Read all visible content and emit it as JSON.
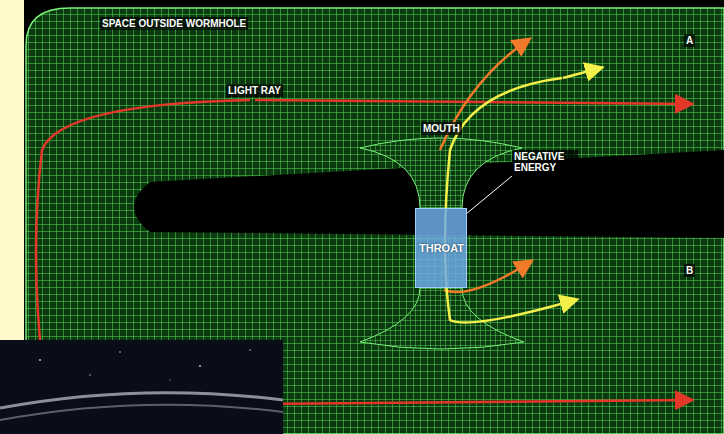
{
  "diagram": {
    "nodes": [
      {
        "text": [
          "THROAT"
        ]
      }
    ],
    "labels": [
      "SPACE OUTSIDE WORMHOLE",
      "MOUTH",
      "LIGHT RAY",
      "NEGATIVE ENERGY",
      "A",
      "B"
    ]
  }
}
